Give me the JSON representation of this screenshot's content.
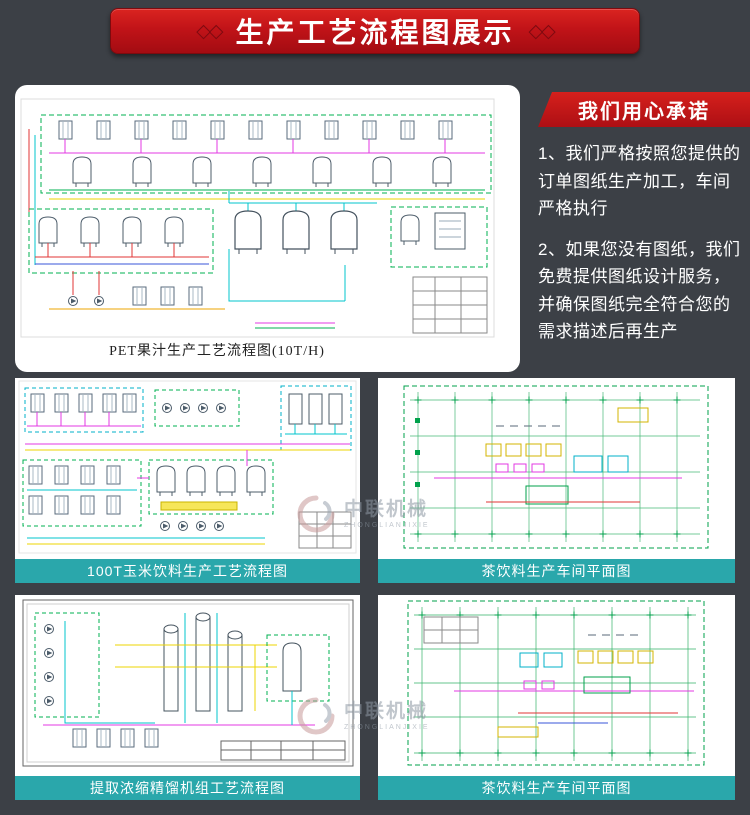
{
  "banner": {
    "decor_left": "◇◇",
    "decor_right": "◇◇",
    "title": "生产工艺流程图展示"
  },
  "promise": {
    "badge_label": "我们用心承诺",
    "items": [
      "1、我们严格按照您提供的订单图纸生产加工，车间严格执行",
      "2、如果您没有图纸，我们免费提供图纸设计服务，并确保图纸完全符合您的需求描述后再生产"
    ]
  },
  "diagrams": {
    "main": {
      "caption": "PET果汁生产工艺流程图(10T/H)"
    },
    "grid": [
      {
        "caption": "100T玉米饮料生产工艺流程图"
      },
      {
        "caption": "茶饮料生产车间平面图"
      },
      {
        "caption": "提取浓缩精馏机组工艺流程图"
      },
      {
        "caption": "茶饮料生产车间平面图"
      }
    ]
  },
  "watermark": {
    "name": "中联机械",
    "latin": "ZHONGLIANJIXIE"
  },
  "colors": {
    "page_background": "#3c4046",
    "banner_red": "#c11318",
    "badge_red": "#c3131c",
    "caption_teal": "#2aa7ab",
    "cad_green": "#00b050",
    "cad_magenta": "#e338e3",
    "cad_cyan": "#00b8c8",
    "cad_yellow": "#ecd500"
  }
}
